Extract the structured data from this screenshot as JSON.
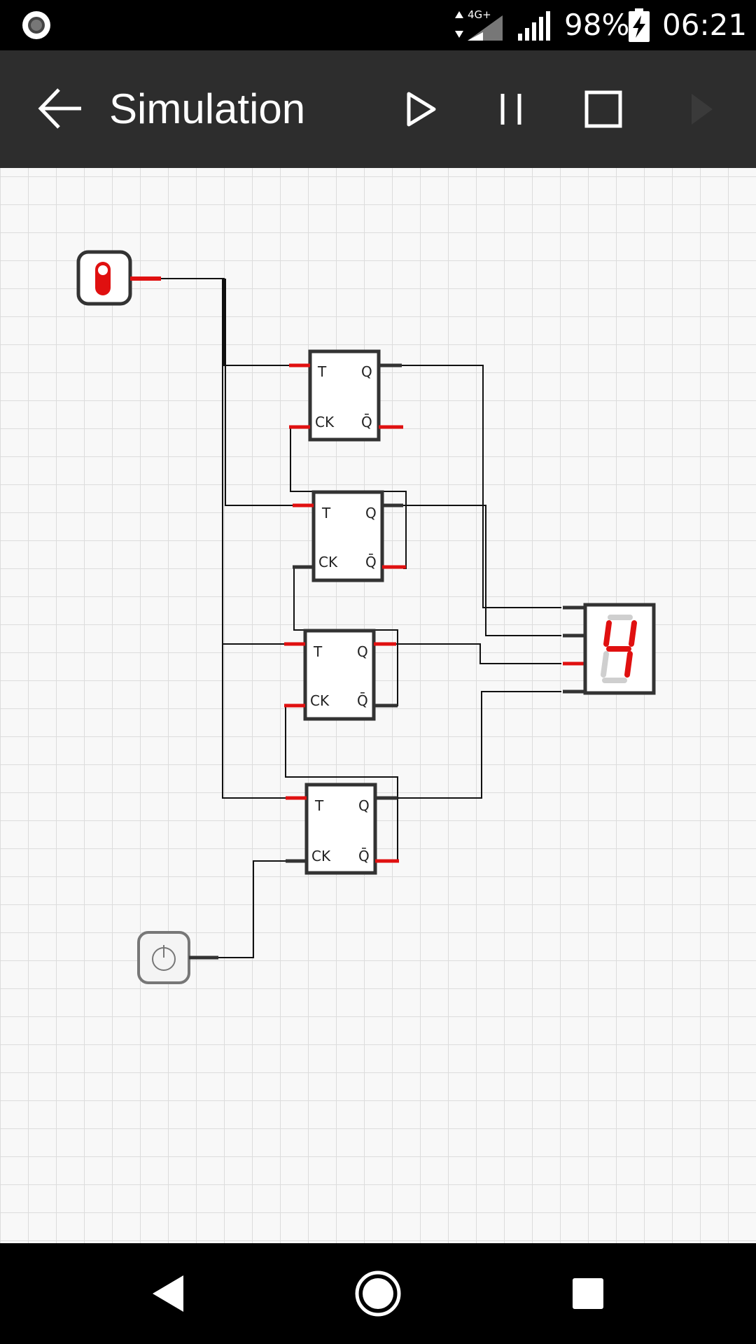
{
  "status_bar": {
    "network": "4G+",
    "battery": "98%",
    "time": "06:21"
  },
  "toolbar": {
    "title": "Simulation",
    "icons": [
      "arrow-left-icon",
      "play-icon",
      "pause-icon",
      "stop-icon",
      "step-forward-icon"
    ]
  },
  "flip_flops": [
    {
      "t": "T",
      "q": "Q",
      "ck": "CK",
      "qbar": "Q̄"
    },
    {
      "t": "T",
      "q": "Q",
      "ck": "CK",
      "qbar": "Q̄"
    },
    {
      "t": "T",
      "q": "Q",
      "ck": "CK",
      "qbar": "Q̄"
    },
    {
      "t": "T",
      "q": "Q",
      "ck": "CK",
      "qbar": "Q̄"
    }
  ],
  "display": {
    "digit": "4"
  },
  "colors": {
    "active": "#e01010",
    "inactive": "#333333",
    "toolbar": "#2d2d2d",
    "segment_off": "#cfcfcf"
  },
  "navigation_icons": [
    "back-triangle-icon",
    "home-circle-icon",
    "recents-square-icon"
  ]
}
